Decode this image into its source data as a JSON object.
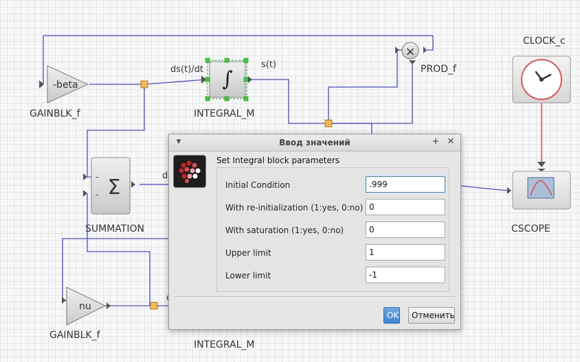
{
  "diagram": {
    "blocks": {
      "gain_beta": {
        "symbol": "-beta",
        "label": "GAINBLK_f"
      },
      "gain_nu": {
        "symbol": "nu",
        "label": "GAINBLK_f"
      },
      "integral_top": {
        "label": "INTEGRAL_M",
        "in_label": "ds(t)/dt",
        "out_label": "s(t)"
      },
      "integral_bottom": {
        "label": "INTEGRAL_M"
      },
      "summation": {
        "symbol": "Σ",
        "label": "SUMMATION",
        "in1": "-",
        "in2": "-",
        "out_label_partial": "d"
      },
      "product": {
        "label": "PROD_f"
      },
      "clock": {
        "label": "CLOCK_c"
      },
      "scope": {
        "label": "CSCOPE"
      },
      "partial_label_bottom": "c"
    },
    "colors": {
      "link": "#4a4adf",
      "event_link": "#ef4a4a",
      "split": "#f2b94e"
    }
  },
  "dialog": {
    "title": "Ввод значений",
    "heading": "Set Integral block parameters",
    "fields": [
      {
        "label": "Initial Condition",
        "value": ".999"
      },
      {
        "label": "With re-initialization (1:yes, 0:no)",
        "value": "0"
      },
      {
        "label": "With saturation (1:yes, 0:no)",
        "value": "0"
      },
      {
        "label": "Upper limit",
        "value": "1"
      },
      {
        "label": "Lower limit",
        "value": "-1"
      }
    ],
    "ok_label": "OK",
    "cancel_label": "Отменить",
    "controls": {
      "menu": "▾",
      "pin": "+",
      "close": "✕"
    }
  }
}
